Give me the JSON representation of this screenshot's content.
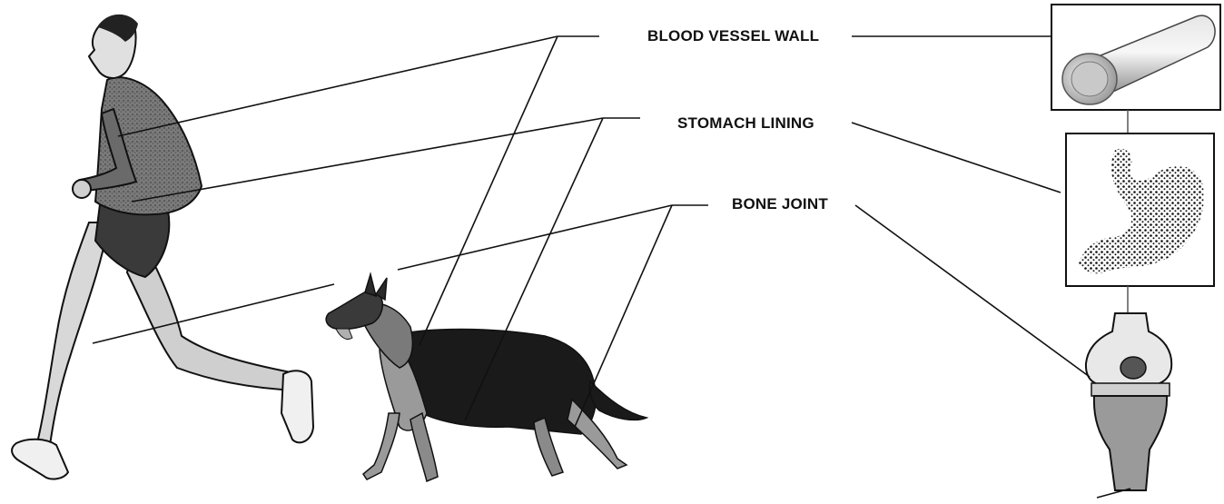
{
  "labels": {
    "blood_vessel_wall": "BLOOD VESSEL WALL",
    "stomach_lining": "STOMACH LINING",
    "bone_joint": "BONE JOINT"
  },
  "figures": {
    "left": [
      "runner",
      "dog"
    ],
    "right": [
      "blood-vessel",
      "stomach",
      "knee-joint"
    ]
  },
  "colors": {
    "line": "#111111",
    "frame": "#111111",
    "dog_dark": "#1a1a1a",
    "dog_light": "#9a9a9a",
    "runner_shade": "#6e6e6e",
    "vessel": "#c8c8c8"
  }
}
